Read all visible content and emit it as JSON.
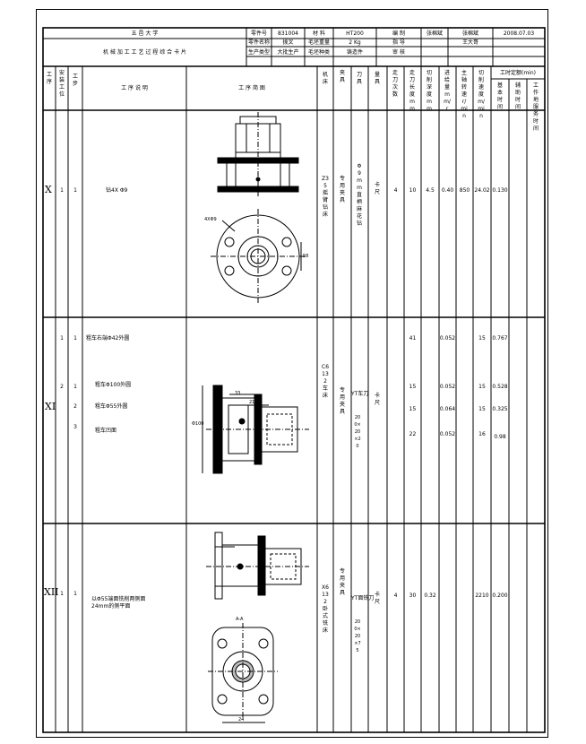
{
  "header": {
    "school": "五 邑 大 学",
    "card_title": "机 械 加 工 工 艺 过 程 综 合 卡 片",
    "part_no_label": "零件号",
    "part_no": "831004",
    "material_label": "材 料",
    "material": "HT200",
    "compiled_label": "编 制",
    "compiler": "张棉斌",
    "date": "2008.07.03",
    "part_name_label": "零件名称",
    "part_name": "拨叉",
    "weight_label": "毛坯重量",
    "weight": "2 Kg",
    "guide_label": "指 导",
    "guide": "王大哥",
    "prod_type_label": "生产类型",
    "prod_type": "大批生产",
    "blank_type_label": "毛坯种类",
    "blank_type": "铸造件",
    "review_label": "审 核"
  },
  "columns": {
    "process": "工序",
    "install": "安装工位",
    "step": "工步",
    "desc": "工 序 说 明",
    "sketch": "工 序 简 图",
    "machine": "机床",
    "fixture": "夹具",
    "tool": "刀具",
    "gauge": "量具",
    "passes": "走刀次数",
    "depth": "走刀长度mm",
    "cut_depth": "切削深度mm",
    "feed": "进给量mm/r",
    "speed": "主轴转速r/min",
    "cut_speed": "切削速度m/min",
    "time_group": "工时定额(min)",
    "t_basic": "基本时间",
    "t_aux": "辅助时间",
    "t_place": "工作地服务时间"
  },
  "rows": [
    {
      "process": "X",
      "install": "1",
      "step": "1",
      "desc": "钻4X Φ9",
      "machine": "Z35摇臂钻床",
      "fixture": "专用夹具",
      "tool": "Φ9mm直柄麻花钻",
      "gauge": "卡尺",
      "passes": "4",
      "depth": "10",
      "cut_depth": "4.5",
      "feed": "0.40",
      "speed": "850",
      "cut_speed": "24.02",
      "time": "0.130",
      "dim1": "4XΦ9",
      "dim2": "58"
    },
    {
      "process": "XI",
      "machine": "C6132车床",
      "fixture": "专用夹具",
      "tool": "YT车刀",
      "tool_spec": "200×20×20",
      "gauge": "卡尺",
      "steps": [
        {
          "install": "1",
          "step": "1",
          "desc": "粗车右端Φ42外圆",
          "passes": "41",
          "feed": "0.052",
          "cut_speed": "15",
          "time": "0.767"
        },
        {
          "install": "2",
          "step": "1",
          "desc": "粗车Φ100外圆",
          "passes": "15",
          "feed": "0.052",
          "cut_speed": "15",
          "time": "0.528"
        },
        {
          "install": "",
          "step": "2",
          "desc": "粗车Φ55外圆",
          "passes": "15",
          "feed": "0.064",
          "cut_speed": "15",
          "time": "0.325"
        },
        {
          "install": "",
          "step": "3",
          "desc": "粗车凹面",
          "passes": "22",
          "feed": "0.052",
          "cut_speed": "16",
          "time": "0.98"
        }
      ],
      "dim1": "Φ100",
      "dim2": "33",
      "dim3": "21"
    },
    {
      "process": "XII",
      "install": "1",
      "step": "1",
      "desc": "以Φ55端面铣削两侧面",
      "desc2": "24mm的侧平面",
      "machine": "X6132卧式铣床",
      "fixture": "专用夹具",
      "tool": "YT面铣刀",
      "tool_spec": "200×20×75",
      "gauge": "卡尺",
      "passes": "4",
      "depth": "30",
      "cut_depth": "0.32",
      "cut_speed": "2210",
      "time": "0.200",
      "section": "A-A",
      "dim": "24"
    }
  ]
}
